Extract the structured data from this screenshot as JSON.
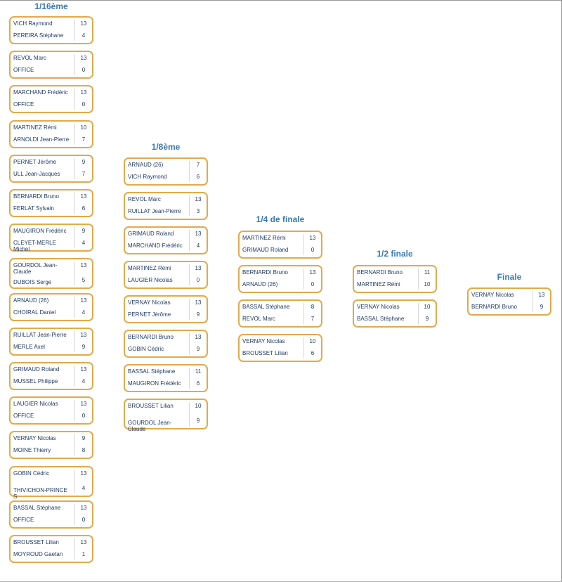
{
  "rounds": [
    {
      "title": "1/16ème",
      "matches": [
        {
          "p1": "VICH Raymond",
          "s1": "13",
          "p2": "PEREIRA Stéphane",
          "s2": "4"
        },
        {
          "p1": "REVOL Marc",
          "s1": "13",
          "p2": "OFFICE",
          "s2": "0"
        },
        {
          "p1": "MARCHAND Frédéric",
          "s1": "13",
          "p2": "OFFICE",
          "s2": "0"
        },
        {
          "p1": "MARTINEZ Rémi",
          "s1": "10",
          "p2": "ARNOLDI Jean-Pierre",
          "s2": "7"
        },
        {
          "p1": "PERNET Jérôme",
          "s1": "9",
          "p2": "ULL Jean-Jacques",
          "s2": "7"
        },
        {
          "p1": "BERNARDI Bruno",
          "s1": "13",
          "p2": "FERLAT Sylvain",
          "s2": "6"
        },
        {
          "p1": "MAUGIRON Frédéric",
          "s1": "9",
          "p2": "CLEYET-MERLE Michel",
          "s2": "4"
        },
        {
          "p1": "GOURDOL Jean-Claude",
          "s1": "13",
          "p2": "DUBOIS Serge",
          "s2": "5"
        },
        {
          "p1": "ARNAUD (26)",
          "s1": "13",
          "p2": "CHOIRAL Daniel",
          "s2": "4"
        },
        {
          "p1": "RUILLAT Jean-Pierre",
          "s1": "13",
          "p2": "MERLE Axel",
          "s2": "9"
        },
        {
          "p1": "GRIMAUD Roland",
          "s1": "13",
          "p2": "MUSSEL Philippe",
          "s2": "4"
        },
        {
          "p1": "LAUGIER Nicolas",
          "s1": "13",
          "p2": "OFFICE",
          "s2": "0"
        },
        {
          "p1": "VERNAY Nicolas",
          "s1": "9",
          "p2": "MOINE Thierry",
          "s2": "8"
        },
        {
          "p1": "GOBIN Cédric",
          "s1": "13",
          "p2": "THIVICHON-PRINCE S.",
          "s2": "4"
        },
        {
          "p1": "BASSAL Stéphane",
          "s1": "13",
          "p2": "OFFICE",
          "s2": "0"
        },
        {
          "p1": "BROUSSET Lilian",
          "s1": "13",
          "p2": "MOYROUD Gaetan",
          "s2": "1"
        }
      ]
    },
    {
      "title": "1/8ème",
      "matches": [
        {
          "p1": "ARNAUD (26)",
          "s1": "7",
          "p2": "VICH Raymond",
          "s2": "6"
        },
        {
          "p1": "REVOL Marc",
          "s1": "13",
          "p2": "RUILLAT Jean-Pierre",
          "s2": "3"
        },
        {
          "p1": "GRIMAUD Roland",
          "s1": "13",
          "p2": "MARCHAND Frédéric",
          "s2": "4"
        },
        {
          "p1": "MARTINEZ Rémi",
          "s1": "13",
          "p2": "LAUGIER Nicolas",
          "s2": "0"
        },
        {
          "p1": "VERNAY Nicolas",
          "s1": "13",
          "p2": "PERNET Jérôme",
          "s2": "9"
        },
        {
          "p1": "BERNARDI Bruno",
          "s1": "13",
          "p2": "GOBIN Cédric",
          "s2": "9"
        },
        {
          "p1": "BASSAL Stéphane",
          "s1": "11",
          "p2": "MAUGIRON Frédéric",
          "s2": "6"
        },
        {
          "p1": "BROUSSET Lilian",
          "s1": "10",
          "p2": "GOURDOL Jean-Claude",
          "s2": "9"
        }
      ]
    },
    {
      "title": "1/4 de finale",
      "matches": [
        {
          "p1": "MARTINEZ Rémi",
          "s1": "13",
          "p2": "GRIMAUD Roland",
          "s2": "0"
        },
        {
          "p1": "BERNARDI Bruno",
          "s1": "13",
          "p2": "ARNAUD (26)",
          "s2": "0"
        },
        {
          "p1": "BASSAL Stéphane",
          "s1": "8",
          "p2": "REVOL Marc",
          "s2": "7"
        },
        {
          "p1": "VERNAY Nicolas",
          "s1": "10",
          "p2": "BROUSSET Lilian",
          "s2": "6"
        }
      ]
    },
    {
      "title": "1/2 finale",
      "matches": [
        {
          "p1": "BERNARDI Bruno",
          "s1": "11",
          "p2": "MARTINEZ Rémi",
          "s2": "10"
        },
        {
          "p1": "VERNAY Nicolas",
          "s1": "10",
          "p2": "BASSAL Stéphane",
          "s2": "9"
        }
      ]
    },
    {
      "title": "Finale",
      "matches": [
        {
          "p1": "VERNAY Nicolas",
          "s1": "13",
          "p2": "BERNARDI Bruno",
          "s2": "9"
        }
      ]
    }
  ],
  "colors": {
    "box_border": "#e3a94a",
    "title": "#3a78b8",
    "text": "#1f3a66"
  }
}
